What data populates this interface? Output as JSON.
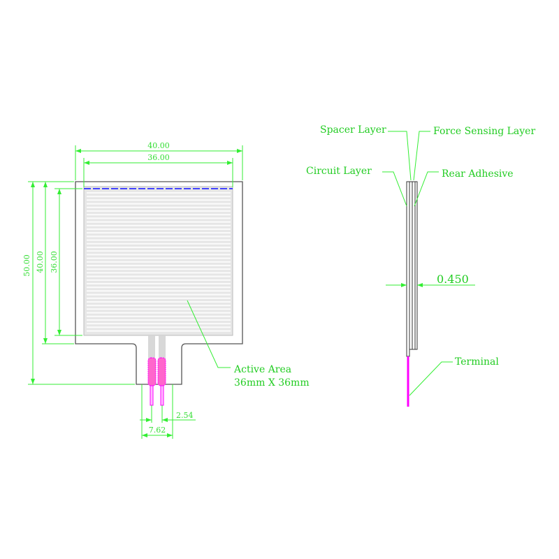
{
  "front_view": {
    "dimensions": {
      "width_outer": "40.00",
      "width_active": "36.00",
      "height_total": "50.00",
      "height_outer": "40.00",
      "height_active": "36.00",
      "pin_pitch": "2.54",
      "pin_span": "7.62"
    },
    "active_area_label": "Active Area",
    "active_area_size": "36mm X 36mm"
  },
  "side_view": {
    "labels": {
      "spacer": "Spacer Layer",
      "force_sensing": "Force Sensing Layer",
      "circuit": "Circuit Layer",
      "rear_adhesive": "Rear Adhesive",
      "terminal": "Terminal"
    },
    "thickness": "0.450"
  },
  "colors": {
    "dimension": "#33ee33",
    "outline": "#555555",
    "terminal": "#ff00ff",
    "trace": "#4444ff"
  }
}
